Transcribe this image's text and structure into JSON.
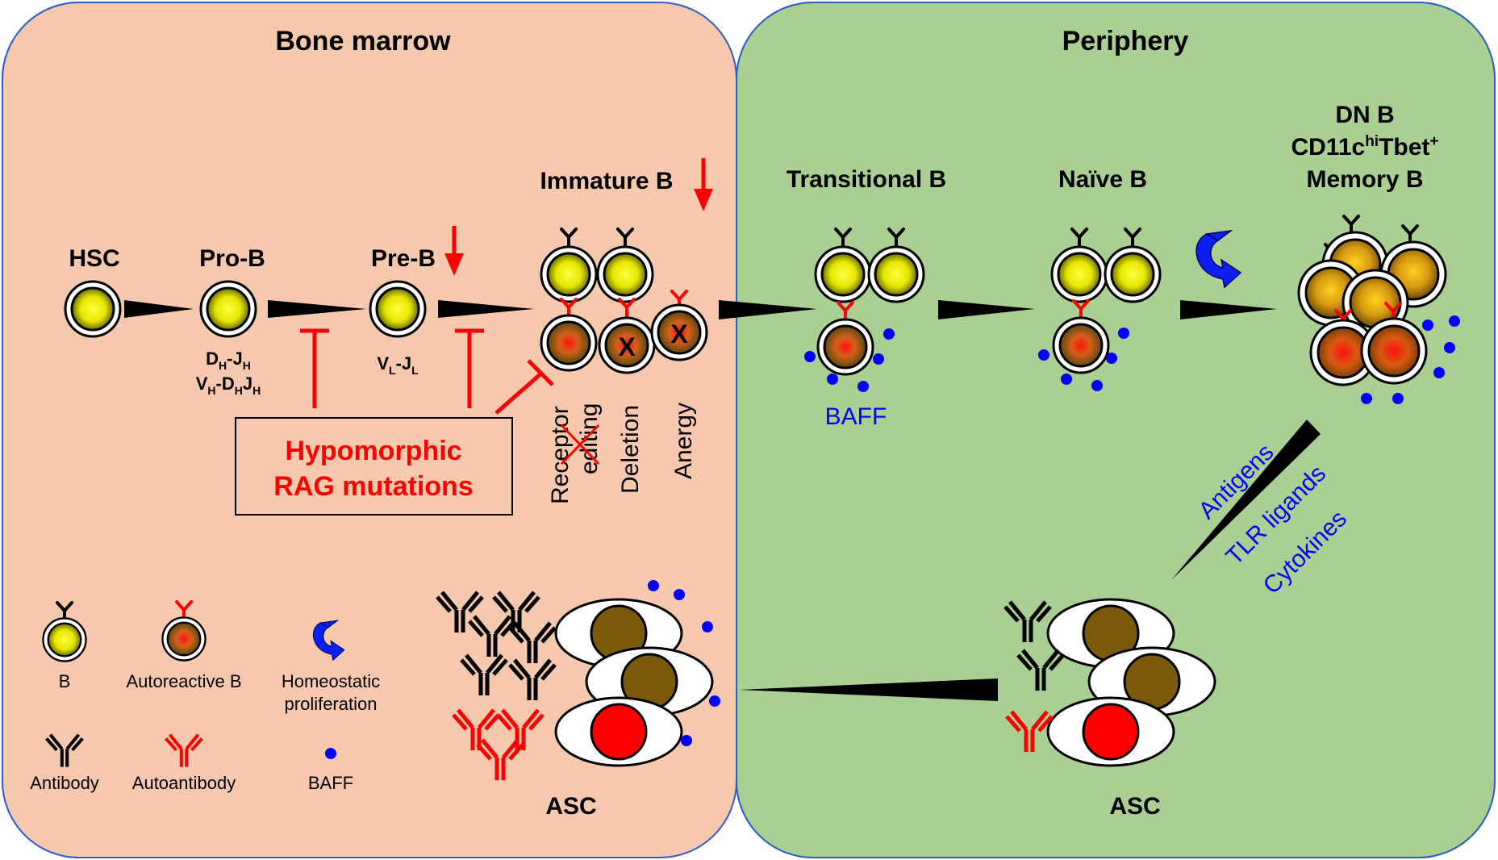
{
  "panels": {
    "bone_marrow": {
      "title": "Bone marrow",
      "fill": "#F6C9AE",
      "stroke": "#2B5FC4"
    },
    "periphery": {
      "title": "Periphery",
      "fill": "#A9CF93",
      "stroke": "#2B5FC4"
    }
  },
  "stages": {
    "hsc": "HSC",
    "pro_b": "Pro-B",
    "pre_b": "Pre-B",
    "immature_b": "Immature B",
    "transitional_b": "Transitional B",
    "naive_b": "Naïve B",
    "memory_line1": "DN B",
    "memory_line2_a": "CD11c",
    "memory_line2_sup1": "hi",
    "memory_line2_b": "Tbet",
    "memory_line2_sup2": "+",
    "memory_line3": "Memory B"
  },
  "rearrangements": {
    "dj_d": "D",
    "dj_d_sub": "H",
    "dj_dash": "-J",
    "dj_j_sub": "H",
    "vdj_v": "V",
    "vdj_v_sub": "H",
    "vdj_dash1": "-D",
    "vdj_d_sub": "H",
    "vdj_j": "J",
    "vdj_j_sub": "H",
    "vl_v": "V",
    "vl_v_sub": "L",
    "vl_dash": "-J",
    "vl_j_sub": "L"
  },
  "checkpoints": {
    "receptor_line1": "Receptor",
    "receptor_line2": "editing",
    "deletion": "Deletion",
    "anergy": "Anergy",
    "x_mark": "X"
  },
  "rag_box": {
    "line1": "Hypomorphic",
    "line2": "RAG mutations"
  },
  "baff_label": "BAFF",
  "activation": {
    "antigens": "Antigens",
    "tlr": "TLR ligands",
    "cytokines": "Cytokines"
  },
  "asc_label": "ASC",
  "legend": {
    "b": "B",
    "autoreactive": "Autoreactive B",
    "homeostatic_1": "Homeostatic",
    "homeostatic_2": "proliferation",
    "antibody": "Antibody",
    "autoantibody": "Autoantibody",
    "baff": "BAFF"
  },
  "colors": {
    "red": "#FF0000",
    "blue": "#0000FF",
    "black": "#000000",
    "cell_yellow": "#F2F200",
    "asc_brown": "#7A5A0A",
    "memory_orange": "#E8A020"
  }
}
